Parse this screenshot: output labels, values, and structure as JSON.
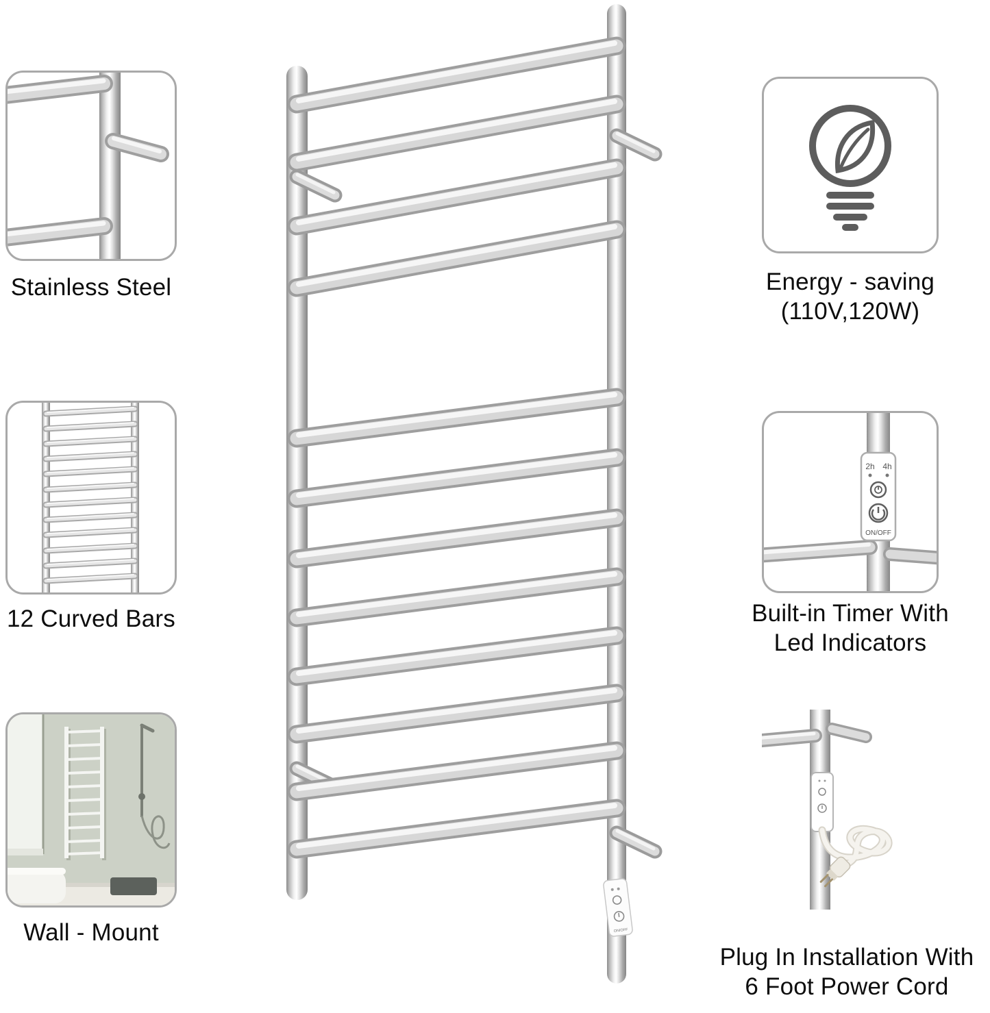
{
  "features": {
    "left": [
      {
        "id": "stainless-steel",
        "label": "Stainless Steel"
      },
      {
        "id": "curved-bars",
        "label": "12 Curved Bars"
      },
      {
        "id": "wall-mount",
        "label": "Wall - Mount"
      }
    ],
    "right": [
      {
        "id": "energy-saving",
        "line1": "Energy - saving",
        "line2": "(110V,120W)"
      },
      {
        "id": "built-in-timer",
        "line1": "Built-in Timer With",
        "line2": "Led Indicators"
      },
      {
        "id": "plug-in",
        "line1": "Plug In Installation With",
        "line2": "6 Foot Power Cord"
      }
    ]
  },
  "control_panel": {
    "timer_2h": "2h",
    "timer_4h": "4h",
    "on_off": "ON/OFF"
  },
  "colors": {
    "background": "#ffffff",
    "box_border": "#a9a9a9",
    "text": "#0d0d0d",
    "icon_gray": "#5d5d5d",
    "metal_highlight": "#ffffff",
    "metal_mid": "#c9c9c9",
    "metal_shadow": "#8a8a8a"
  }
}
